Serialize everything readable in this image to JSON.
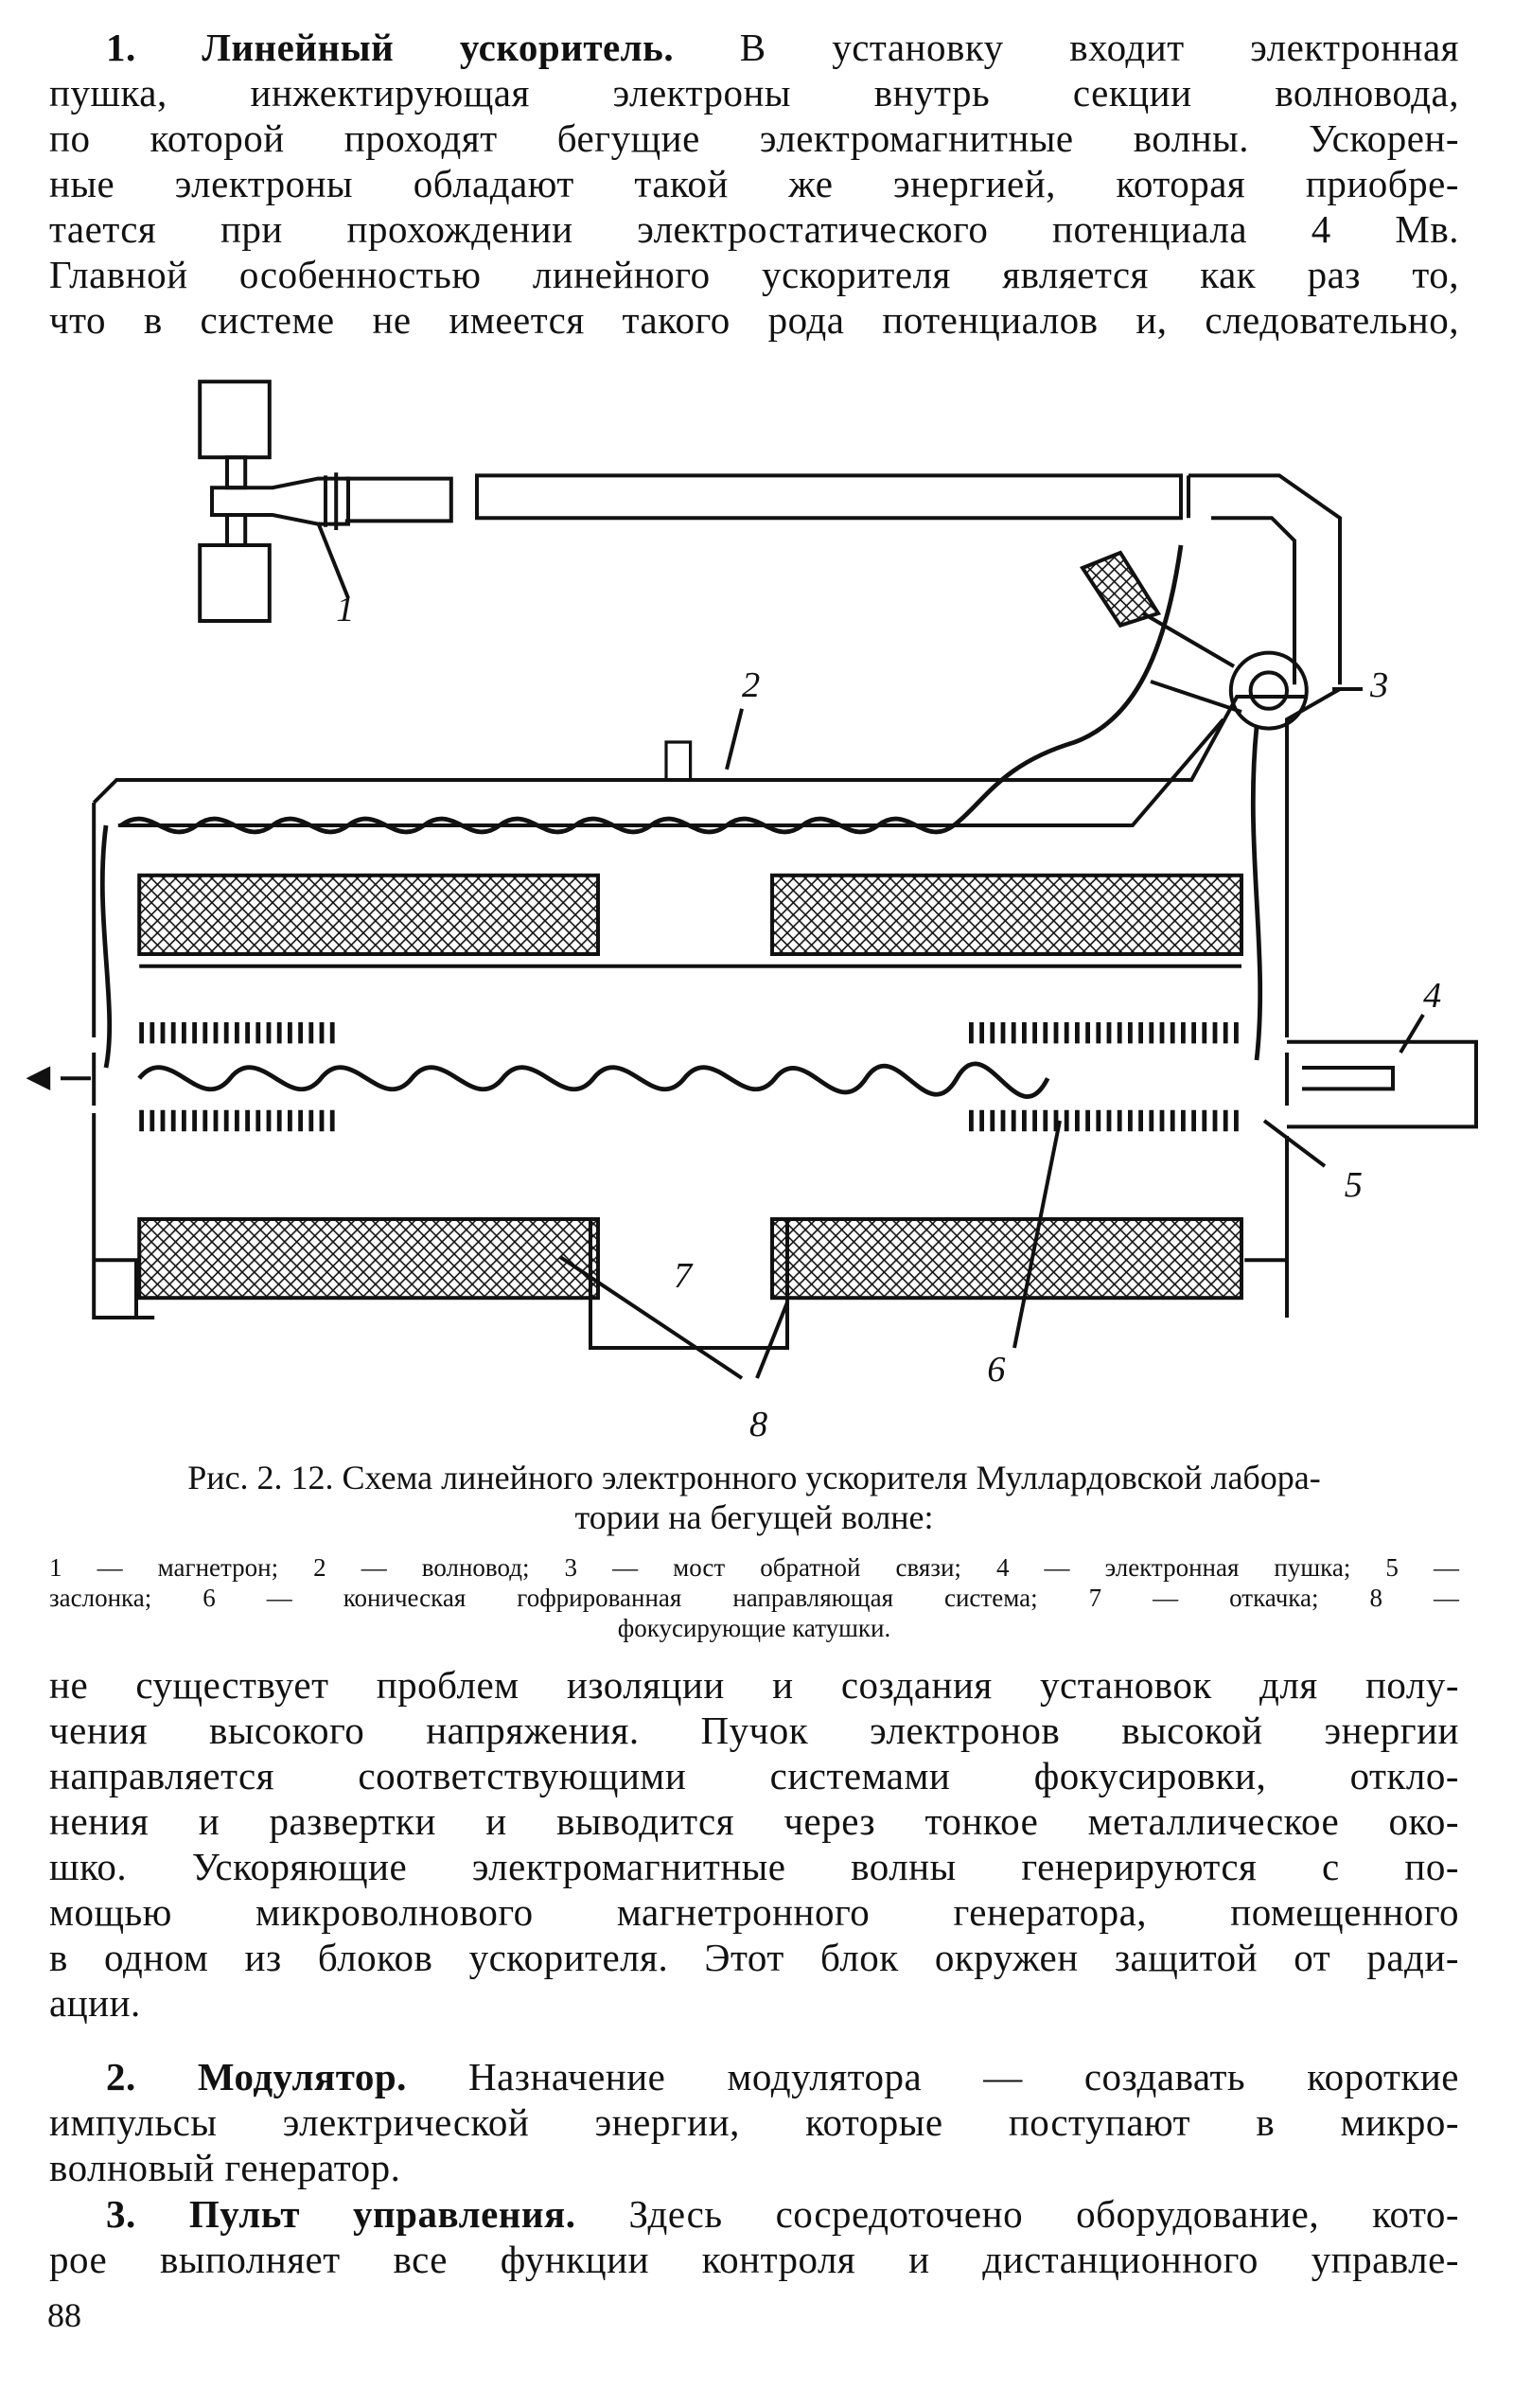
{
  "top_paragraph": {
    "lead": "1. Линейный ускоритель.",
    "lines": [
      " В установку входит электронная",
      "пушка, инжектирующая электроны внутрь секции волновода,",
      "по которой проходят бегущие электромагнитные волны. Ускорен-",
      "ные электроны обладают такой же энергией, которая приобре-",
      "тается при прохождении электростатического потенциала 4 Мв.",
      "Главной особенностью линейного ускорителя является как раз то,",
      "что в системе не имеется такого рода потенциалов и, следовательно,"
    ]
  },
  "figure": {
    "labels": [
      "1",
      "2",
      "3",
      "4",
      "5",
      "6",
      "7",
      "8"
    ],
    "caption_title": [
      "Рис. 2. 12. Схема линейного электронного ускорителя Муллардовской лабора-",
      "тории на бегущей волне:"
    ],
    "legend": [
      "1 — магнетрон; 2 — волновод; 3 — мост обратной связи; 4 — электронная пушка; 5 —",
      "заслонка; 6 — коническая гофрированная направляющая система; 7 — откачка; 8 —",
      "фокусирующие катушки."
    ]
  },
  "bottom_paragraph": {
    "lines": [
      "не существует проблем изоляции и создания установок для полу-",
      "чения высокого напряжения. Пучок электронов высокой энергии",
      "направляется соответствующими системами фокусировки, откло-",
      "нения и развертки и выводится через тонкое металлическое око-",
      "шко. Ускоряющие электромагнитные волны генерируются с по-",
      "мощью микроволнового магнетронного генератора, помещенного",
      "в одном из блоков ускорителя. Этот блок окружен защитой от ради-",
      "ации."
    ]
  },
  "modulator": {
    "lead": "2. Модулятор.",
    "lines": [
      " Назначение модулятора — создавать короткие",
      "импульсы электрической энергии, которые поступают в микро-",
      "волновый генератор."
    ]
  },
  "control": {
    "lead": "3. Пульт управления.",
    "lines": [
      " Здесь сосредоточено оборудование, кото-",
      "рое выполняет все функции контроля и дистанционного управле-"
    ]
  },
  "page_number": "88"
}
